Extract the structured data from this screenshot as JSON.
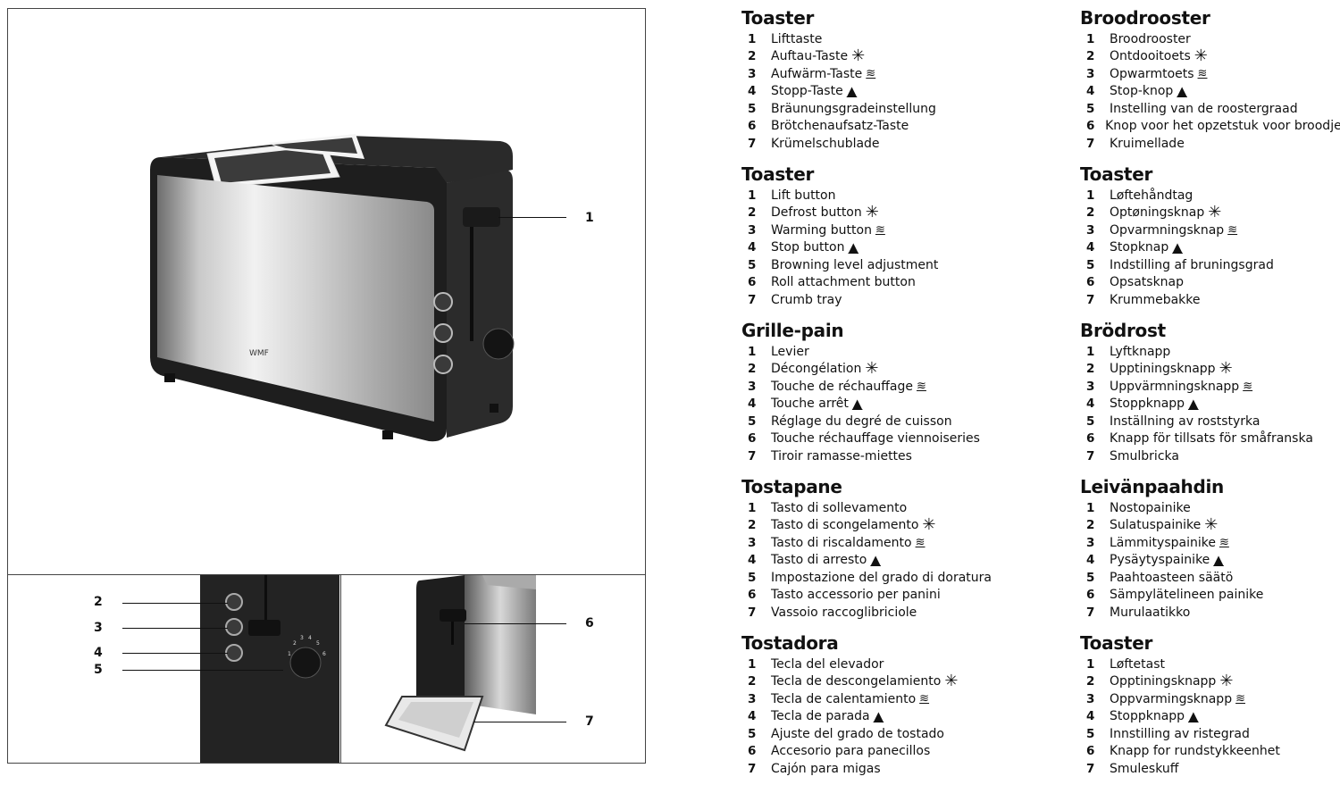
{
  "figure": {
    "brand_logo": "WMF",
    "callouts": [
      "1",
      "2",
      "3",
      "4",
      "5",
      "6",
      "7"
    ],
    "dial_ticks": [
      "1",
      "2",
      "3",
      "4",
      "5",
      "6"
    ]
  },
  "icons": {
    "defrost": "✳",
    "warming": "≋",
    "stop": "▲"
  },
  "sections": [
    {
      "title": "Toaster",
      "items": [
        {
          "n": "1",
          "text": "Lifttaste"
        },
        {
          "n": "2",
          "text": "Auftau-Taste",
          "sym": "defrost"
        },
        {
          "n": "3",
          "text": "Aufwärm-Taste",
          "sym": "warming"
        },
        {
          "n": "4",
          "text": "Stopp-Taste",
          "sym": "stop"
        },
        {
          "n": "5",
          "text": "Bräunungsgradeinstellung"
        },
        {
          "n": "6",
          "text": "Brötchenaufsatz-Taste"
        },
        {
          "n": "7",
          "text": "Krümelschublade"
        }
      ]
    },
    {
      "title": "Toaster",
      "items": [
        {
          "n": "1",
          "text": "Lift button"
        },
        {
          "n": "2",
          "text": "Defrost button",
          "sym": "defrost"
        },
        {
          "n": "3",
          "text": "Warming button",
          "sym": "warming"
        },
        {
          "n": "4",
          "text": "Stop button",
          "sym": "stop"
        },
        {
          "n": "5",
          "text": "Browning level adjustment"
        },
        {
          "n": "6",
          "text": "Roll attachment button"
        },
        {
          "n": "7",
          "text": "Crumb tray"
        }
      ]
    },
    {
      "title": "Grille-pain",
      "items": [
        {
          "n": "1",
          "text": "Levier"
        },
        {
          "n": "2",
          "text": "Décongélation",
          "sym": "defrost"
        },
        {
          "n": "3",
          "text": "Touche de réchauffage",
          "sym": "warming"
        },
        {
          "n": "4",
          "text": "Touche arrêt",
          "sym": "stop"
        },
        {
          "n": "5",
          "text": "Réglage du degré de cuisson"
        },
        {
          "n": "6",
          "text": "Touche réchauffage viennoiseries"
        },
        {
          "n": "7",
          "text": "Tiroir ramasse-miettes"
        }
      ]
    },
    {
      "title": "Tostapane",
      "items": [
        {
          "n": "1",
          "text": "Tasto di sollevamento"
        },
        {
          "n": "2",
          "text": "Tasto di scongelamento",
          "sym": "defrost"
        },
        {
          "n": "3",
          "text": "Tasto di riscaldamento",
          "sym": "warming"
        },
        {
          "n": "4",
          "text": "Tasto di arresto",
          "sym": "stop"
        },
        {
          "n": "5",
          "text": "Impostazione del grado di doratura"
        },
        {
          "n": "6",
          "text": "Tasto accessorio per panini"
        },
        {
          "n": "7",
          "text": "Vassoio raccoglibriciole"
        }
      ]
    },
    {
      "title": "Tostadora",
      "items": [
        {
          "n": "1",
          "text": "Tecla del elevador"
        },
        {
          "n": "2",
          "text": "Tecla de descongelamiento",
          "sym": "defrost"
        },
        {
          "n": "3",
          "text": "Tecla de calentamiento",
          "sym": "warming"
        },
        {
          "n": "4",
          "text": "Tecla de parada",
          "sym": "stop"
        },
        {
          "n": "5",
          "text": "Ajuste del grado de tostado"
        },
        {
          "n": "6",
          "text": "Accesorio para panecillos"
        },
        {
          "n": "7",
          "text": "Cajón para migas"
        }
      ]
    },
    {
      "title": "Broodrooster",
      "items": [
        {
          "n": "1",
          "text": "Broodrooster"
        },
        {
          "n": "2",
          "text": "Ontdooitoets",
          "sym": "defrost"
        },
        {
          "n": "3",
          "text": "Opwarmtoets",
          "sym": "warming"
        },
        {
          "n": "4",
          "text": "Stop-knop",
          "sym": "stop"
        },
        {
          "n": "5",
          "text": "Instelling van de roostergraad"
        },
        {
          "n": "6",
          "text": "Knop voor het opzetstuk voor broodjes"
        },
        {
          "n": "7",
          "text": "Kruimellade"
        }
      ]
    },
    {
      "title": "Toaster",
      "items": [
        {
          "n": "1",
          "text": "Løftehåndtag"
        },
        {
          "n": "2",
          "text": "Optøningsknap",
          "sym": "defrost"
        },
        {
          "n": "3",
          "text": "Opvarmningsknap",
          "sym": "warming"
        },
        {
          "n": "4",
          "text": "Stopknap",
          "sym": "stop"
        },
        {
          "n": "5",
          "text": "Indstilling af bruningsgrad"
        },
        {
          "n": "6",
          "text": "Opsatsknap"
        },
        {
          "n": "7",
          "text": "Krummebakke"
        }
      ]
    },
    {
      "title": "Brödrost",
      "items": [
        {
          "n": "1",
          "text": "Lyftknapp"
        },
        {
          "n": "2",
          "text": "Upptiningsknapp",
          "sym": "defrost"
        },
        {
          "n": "3",
          "text": "Uppvärmningsknapp",
          "sym": "warming"
        },
        {
          "n": "4",
          "text": "Stoppknapp",
          "sym": "stop"
        },
        {
          "n": "5",
          "text": "Inställning av roststyrka"
        },
        {
          "n": "6",
          "text": "Knapp för tillsats för småfranska"
        },
        {
          "n": "7",
          "text": "Smulbricka"
        }
      ]
    },
    {
      "title": "Leivänpaahdin",
      "items": [
        {
          "n": "1",
          "text": "Nostopainike"
        },
        {
          "n": "2",
          "text": "Sulatuspainike",
          "sym": "defrost"
        },
        {
          "n": "3",
          "text": "Lämmityspainike",
          "sym": "warming"
        },
        {
          "n": "4",
          "text": "Pysäytyspainike",
          "sym": "stop"
        },
        {
          "n": "5",
          "text": "Paahtoasteen säätö"
        },
        {
          "n": "6",
          "text": "Sämpylätelineen painike"
        },
        {
          "n": "7",
          "text": "Murulaatikko"
        }
      ]
    },
    {
      "title": "Toaster",
      "items": [
        {
          "n": "1",
          "text": "Løftetast"
        },
        {
          "n": "2",
          "text": "Opptiningsknapp",
          "sym": "defrost"
        },
        {
          "n": "3",
          "text": "Oppvarmingsknapp",
          "sym": "warming"
        },
        {
          "n": "4",
          "text": "Stoppknapp",
          "sym": "stop"
        },
        {
          "n": "5",
          "text": "Innstilling av ristegrad"
        },
        {
          "n": "6",
          "text": "Knapp for rundstykkeenhet"
        },
        {
          "n": "7",
          "text": "Smuleskuff"
        }
      ]
    }
  ]
}
